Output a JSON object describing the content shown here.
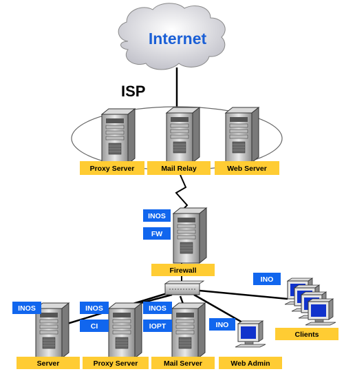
{
  "cloud": {
    "label": "Internet"
  },
  "isp": {
    "label": "ISP"
  },
  "isp_servers": {
    "proxy": "Proxy Server",
    "mail_relay": "Mail Relay",
    "web": "Web Server"
  },
  "firewall": {
    "label": "Firewall",
    "badges": [
      "INOS",
      "FW"
    ]
  },
  "lan": {
    "server": {
      "label": "Server",
      "badges": [
        "INOS"
      ]
    },
    "proxy": {
      "label": "Proxy Server",
      "badges": [
        "INOS",
        "CI"
      ]
    },
    "mail": {
      "label": "Mail Server",
      "badges": [
        "INOS",
        "IOPT"
      ]
    },
    "web_admin": {
      "label": "Web Admin",
      "badges": [
        "INO"
      ]
    },
    "clients": {
      "label": "Clients",
      "badges": [
        "INO"
      ]
    }
  },
  "colors": {
    "label_bg": "#ffcc33",
    "badge_bg": "#1166ee",
    "cloud_fill": "#d3d3d8",
    "internet_text": "#1a5fd6"
  }
}
